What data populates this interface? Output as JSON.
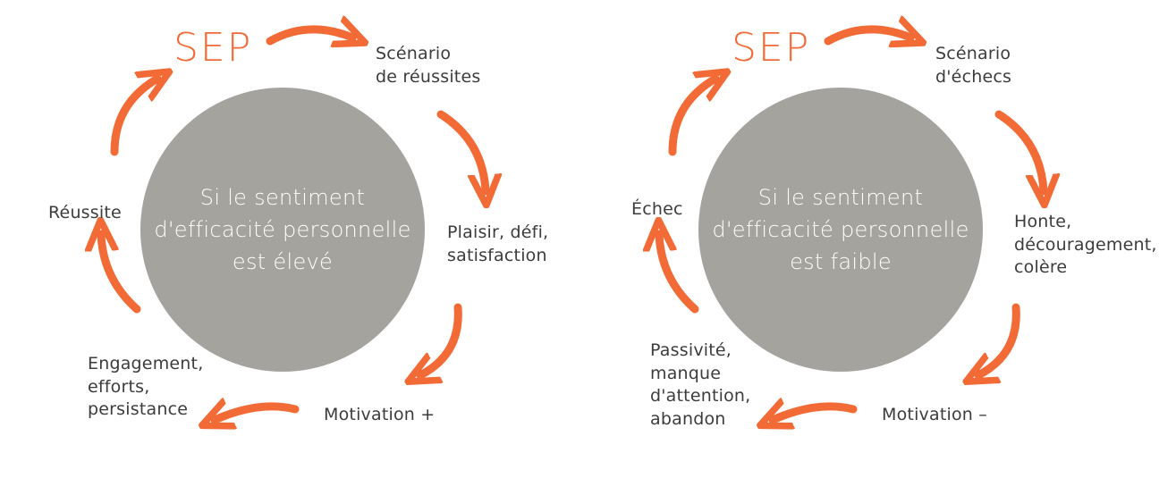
{
  "colors": {
    "accent": "#f26a35",
    "hub": "#a4a39e",
    "text": "#3c3c3c"
  },
  "icons": [
    "curved-arrow-icon"
  ],
  "cycles": [
    {
      "sep": "SEP",
      "hub_lines": [
        "Si le sentiment",
        "d'efficacité personnelle",
        "est élevé"
      ],
      "scenario": [
        "Scénario",
        "de réussites"
      ],
      "emotion": [
        "Plaisir, défi,",
        "satisfaction"
      ],
      "motivation": "Motivation +",
      "behavior": [
        "Engagement,",
        "efforts,",
        "persistance"
      ],
      "outcome": "Réussite"
    },
    {
      "sep": "SEP",
      "hub_lines": [
        "Si le sentiment",
        "d'efficacité personnelle",
        "est faible"
      ],
      "scenario": [
        "Scénario",
        "d'échecs"
      ],
      "emotion": [
        "Honte,",
        "découragement,",
        "colère"
      ],
      "motivation": "Motivation –",
      "behavior": [
        "Passivité,",
        "manque",
        "d'attention,",
        "abandon"
      ],
      "outcome": "Échec"
    }
  ]
}
